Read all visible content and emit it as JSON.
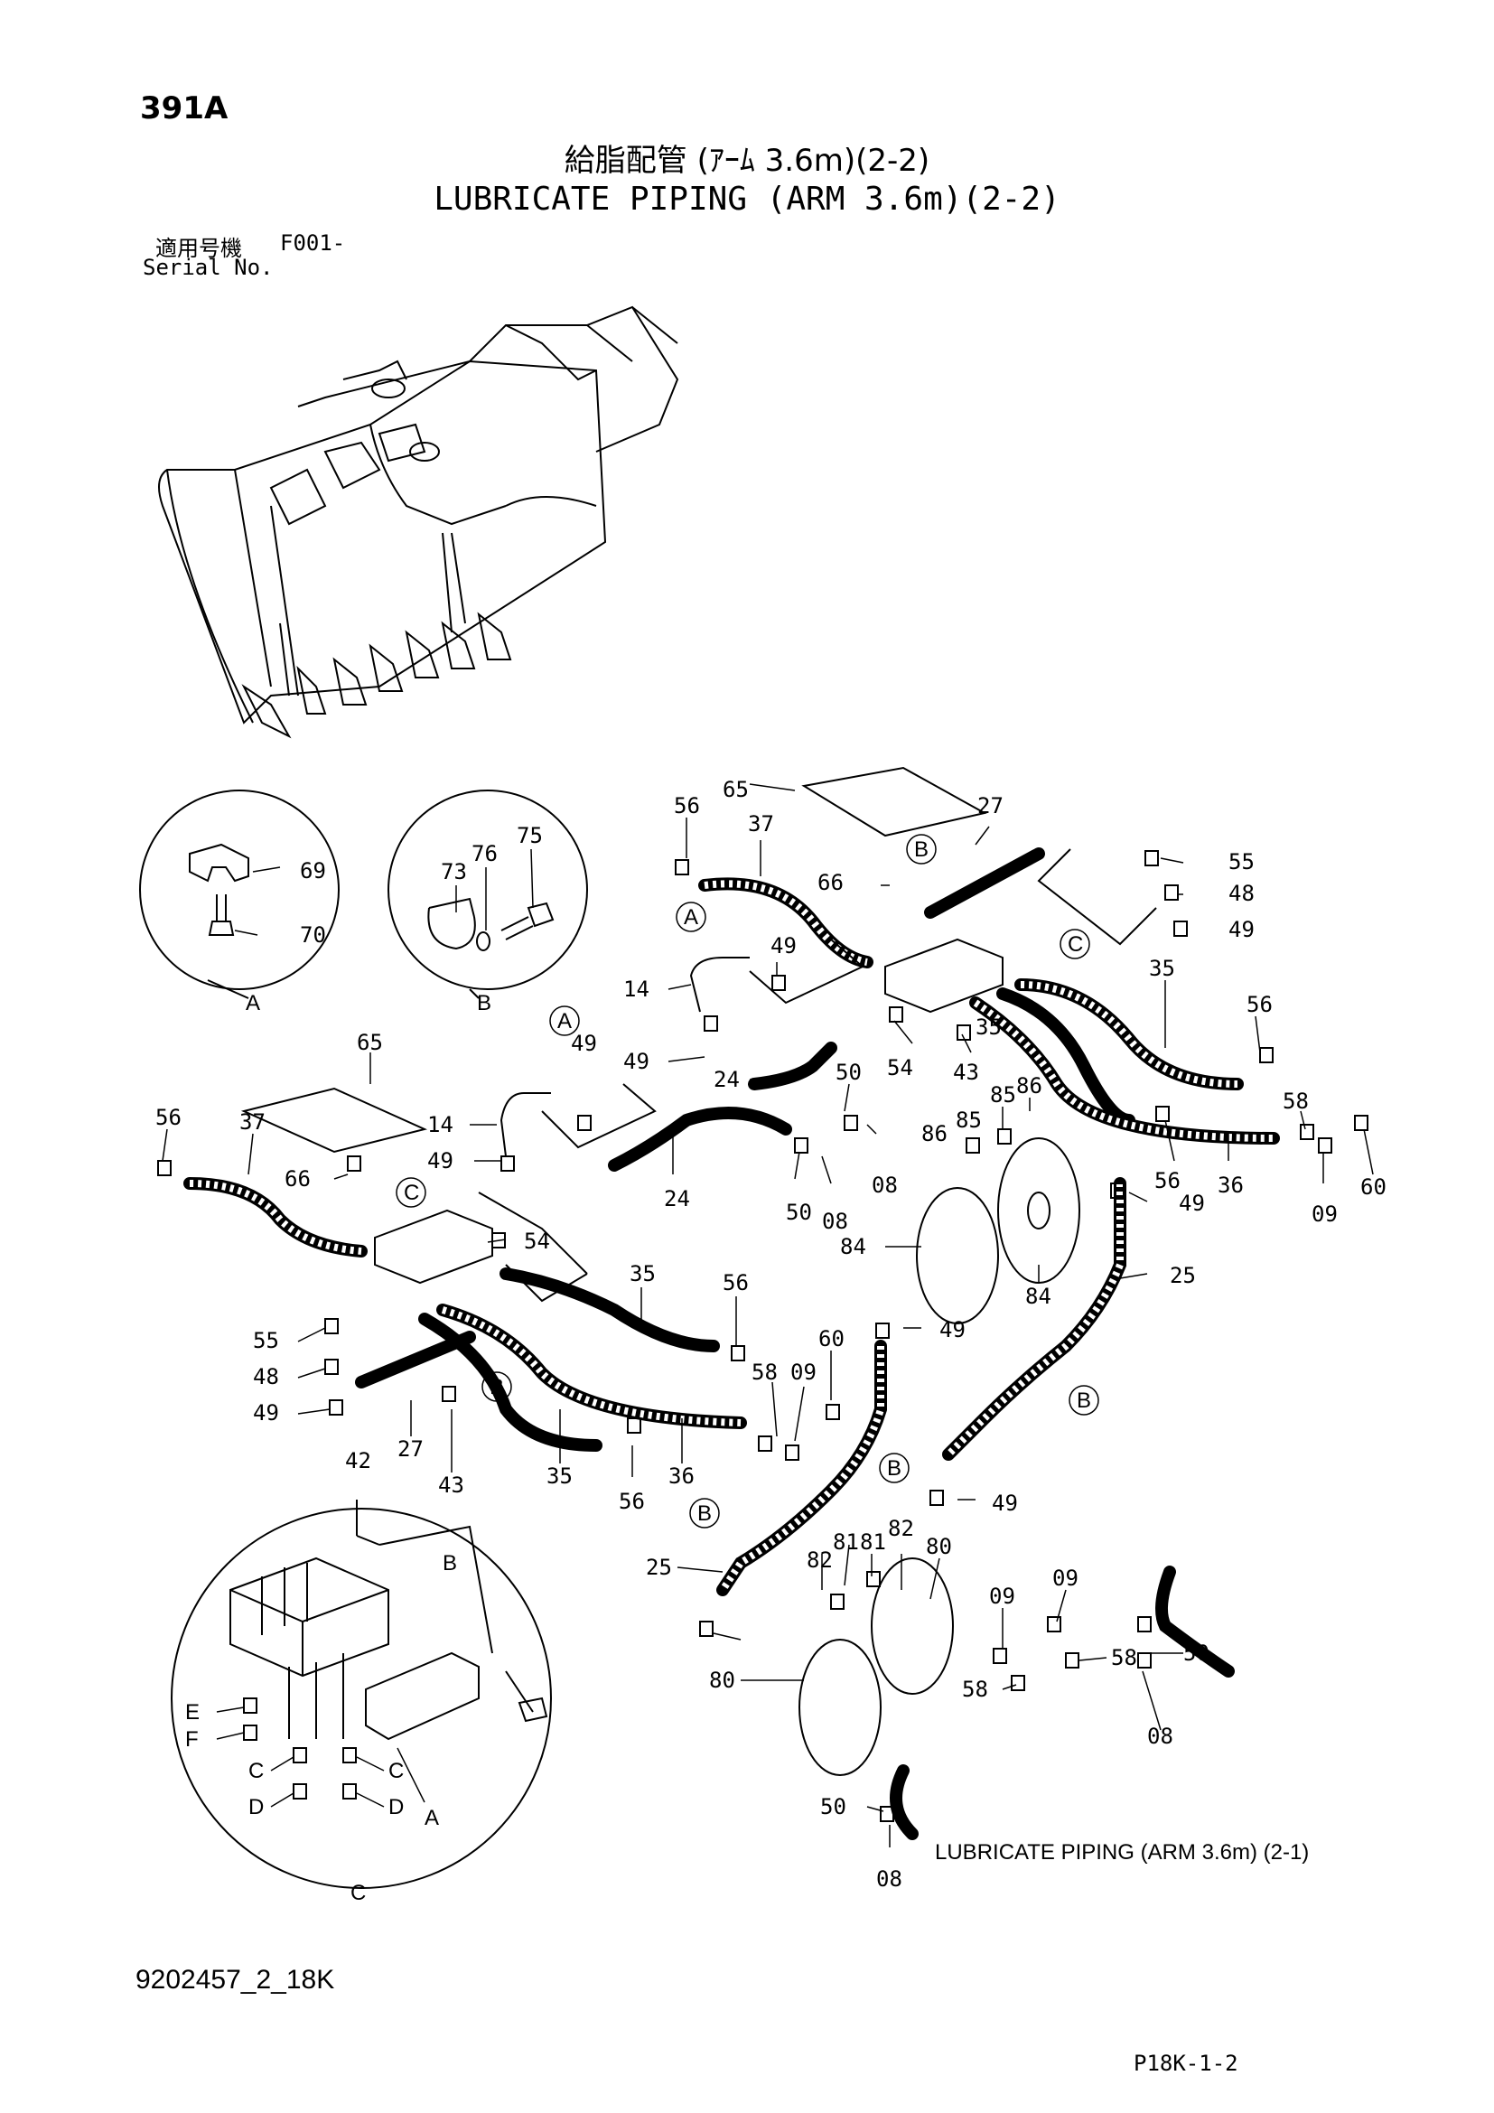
{
  "header": {
    "page_code": "391A",
    "title_jp": "給脂配管 (ｱｰﾑ 3.6m)(2-2)",
    "title_en": "LUBRICATE PIPING (ARM 3.6m)(2-2)",
    "serial_label_jp": "適用号機",
    "serial_value": "F001-",
    "serial_label_en": "Serial No."
  },
  "footer": {
    "drawing_number": "9202457_2_18K",
    "page_ref": "P18K-1-2"
  },
  "reference_note": "LUBRICATE  PIPING (ARM  3.6m) (2-1)",
  "detail_labels": {
    "A": "A",
    "B": "B",
    "C": "C",
    "D": "D",
    "E": "E",
    "F": "F"
  },
  "callouts": {
    "n65a": "65",
    "n56a": "56",
    "n37a": "37",
    "n27a": "27",
    "n66a": "66",
    "n55a": "55",
    "n48a": "48",
    "n49a": "49",
    "n49b": "49",
    "n14a": "14",
    "n49c": "49",
    "n35a": "35",
    "n56b": "56",
    "n54a": "54",
    "n43a": "43",
    "n35b": "35",
    "n85a": "85",
    "n86a": "86",
    "n58a": "58",
    "n86b": "86",
    "n85b": "85",
    "n50a": "50",
    "n24a": "24",
    "n08a": "08",
    "n56c": "56",
    "n36a": "36",
    "n09a": "09",
    "n60a": "60",
    "n65b": "65",
    "n14b": "14",
    "n49d": "49",
    "n49e": "49",
    "n56d": "56",
    "n37b": "37",
    "n66b": "66",
    "n24b": "24",
    "n50b": "50",
    "n08b": "08",
    "n84a": "84",
    "n84b": "84",
    "n49f": "49",
    "n25a": "25",
    "n54b": "54",
    "n35c": "35",
    "n56e": "56",
    "n55b": "55",
    "n48b": "48",
    "n49g": "49",
    "n60b": "60",
    "n58b": "58",
    "n09b": "09",
    "n27b": "27",
    "n43b": "43",
    "n35d": "35",
    "n36b": "36",
    "n56f": "56",
    "n49h": "49",
    "n42a": "42",
    "n25b": "25",
    "n82a": "82",
    "n81a": "81",
    "n81b": "81",
    "n82b": "82",
    "n80a": "80",
    "n49i": "49",
    "n80b": "80",
    "n09c": "09",
    "n09d": "09",
    "n58c": "58",
    "n50c": "50",
    "n58d": "58",
    "n08c": "08",
    "n50d": "50",
    "n08d": "08",
    "n69a": "69",
    "n70a": "70",
    "n73a": "73",
    "n76a": "76",
    "n75a": "75"
  },
  "colors": {
    "ink": "#000000",
    "paper": "#ffffff"
  }
}
